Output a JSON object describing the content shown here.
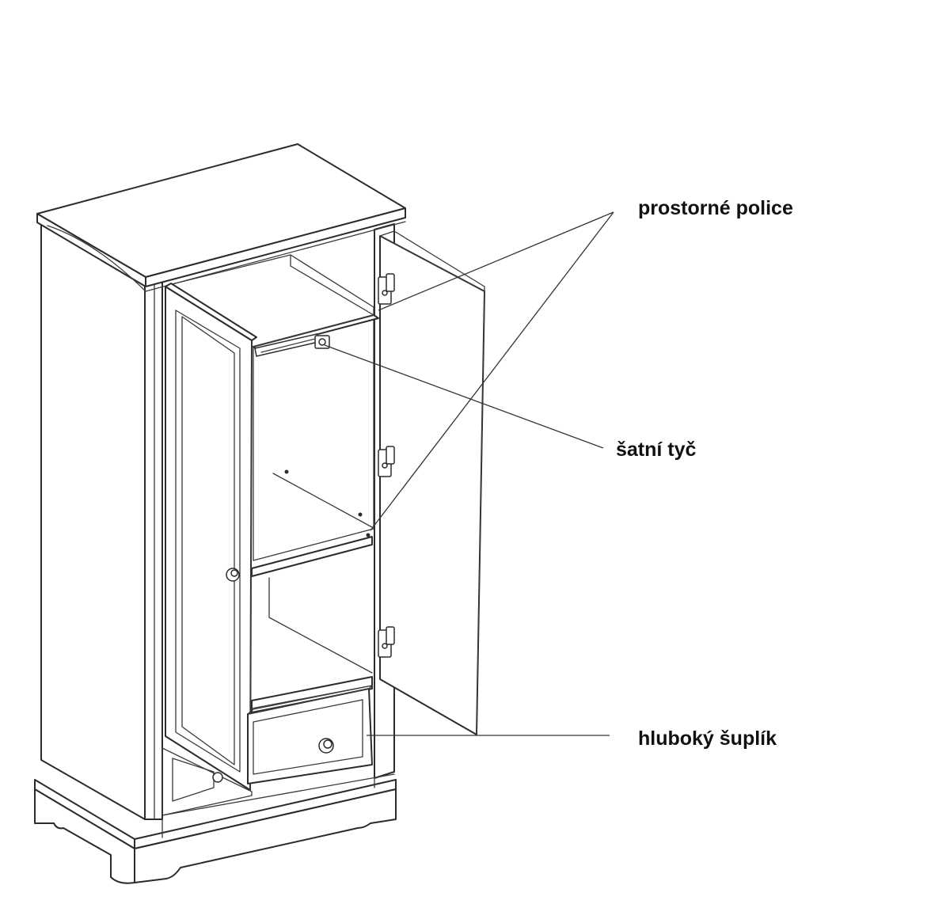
{
  "labels": {
    "shelves": "prostorné police",
    "rail": "šatní tyč",
    "drawer": "hluboký šuplík"
  },
  "colors": {
    "line": "#2b2b2b",
    "background": "#ffffff",
    "text": "#111111"
  }
}
